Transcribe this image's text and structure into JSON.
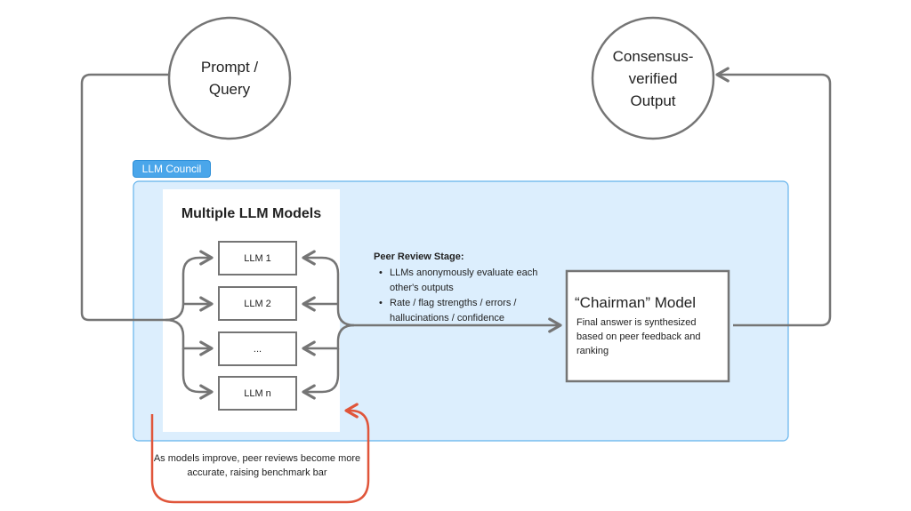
{
  "nodes": {
    "prompt": {
      "line1": "Prompt /",
      "line2": "Query"
    },
    "output": {
      "line1": "Consensus-",
      "line2": "verified",
      "line3": "Output"
    }
  },
  "council": {
    "tag": "LLM Council",
    "models_title": "Multiple LLM Models",
    "llms": [
      "LLM 1",
      "LLM 2",
      "...",
      "LLM n"
    ]
  },
  "peer_review": {
    "title": "Peer Review Stage:",
    "items": [
      "LLMs anonymously evaluate each other's outputs",
      "Rate / flag strengths / errors / hallucinations / confidence"
    ]
  },
  "chairman": {
    "title": "“Chairman” Model",
    "description": "Final answer is synthesized based on peer feedback and ranking"
  },
  "feedback_loop": {
    "text": "As models improve, peer reviews become more accurate, raising benchmark bar"
  },
  "colors": {
    "council_fill": "#dceefd",
    "council_border": "#63b3ec",
    "tag_fill": "#4aa6ea",
    "arrow_gray": "#757575",
    "feedback_red": "#e0553a"
  }
}
